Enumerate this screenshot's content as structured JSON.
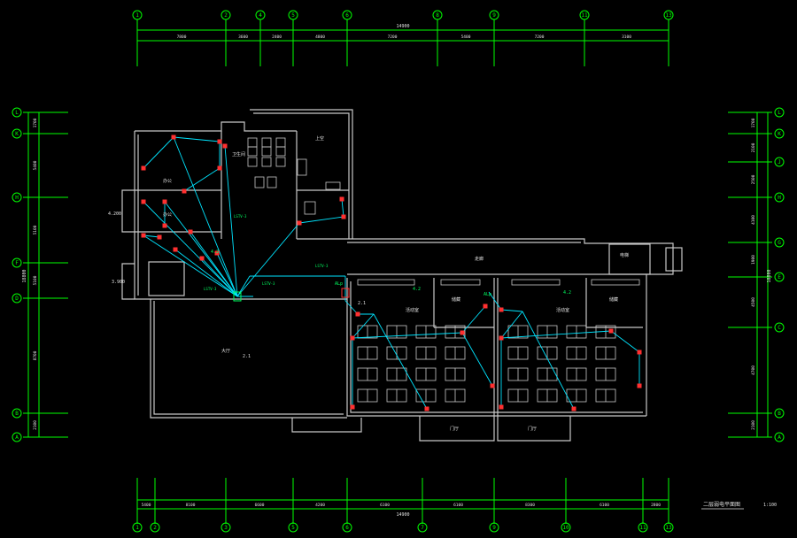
{
  "drawing": {
    "sheet_title": "二层弱电平面图",
    "scale": "1:100",
    "colors": {
      "grid": "#00ff00",
      "wall": "#c0c0c0",
      "cable": "#00ffff",
      "device": "#ff2020",
      "label": "#e0e0e0",
      "background": "#000000"
    }
  },
  "axes": {
    "top": [
      "1",
      "2",
      "4",
      "5",
      "6",
      "8",
      "9",
      "11",
      "13"
    ],
    "bottom": [
      "1",
      "2",
      "3",
      "5",
      "6",
      "7",
      "9",
      "10",
      "11",
      "13"
    ],
    "left": [
      "L",
      "K",
      "H",
      "F",
      "D",
      "B",
      "A"
    ],
    "right": [
      "L",
      "K",
      "J",
      "H",
      "G",
      "E",
      "C",
      "B",
      "A"
    ]
  },
  "dimensions": {
    "top_total": "14900",
    "top": [
      "7800",
      "3600",
      "2400",
      "4800",
      "7200",
      "5400",
      "7200",
      "3100"
    ],
    "bottom_total": "14900",
    "bottom": [
      "5400",
      "8100",
      "6600",
      "4200",
      "6100",
      "6100",
      "8300",
      "6100",
      "2800"
    ],
    "left_total": "18800",
    "left": [
      "1700",
      "5400",
      "5100",
      "5100",
      "8700",
      "2100"
    ],
    "right_total": "18800",
    "right": [
      "1700",
      "2100",
      "2500",
      "4100",
      "1900",
      "4500",
      "4700",
      "2100"
    ]
  },
  "rooms": {
    "wc": "卫生间",
    "office1": "办公",
    "office2": "办公",
    "corridor": "走廊",
    "hall": "大厅",
    "classroom1": "活动室",
    "classroom2": "活动室",
    "store1": "储藏",
    "store2": "储藏",
    "lift": "电梯",
    "entry1": "门厅",
    "entry2": "门厅",
    "void": "上空"
  },
  "tags": {
    "pt1": "4.2",
    "pt2": "4.2",
    "pt3": "4.2",
    "pt4": "ALp",
    "pt5": "ALp",
    "cab1": "2.1",
    "cab2": "2.1",
    "left_elev": "4.200",
    "left_elev2": "3.900",
    "cable1": "LSTV-3",
    "cable2": "LSTV-3",
    "cable3": "LSTV-3",
    "cable4": "LSTV-3"
  }
}
